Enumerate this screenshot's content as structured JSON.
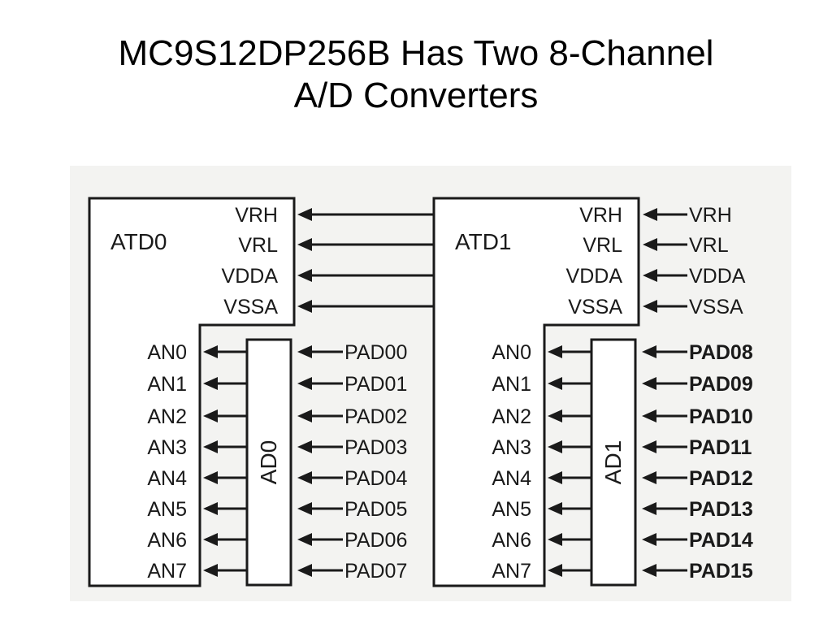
{
  "title": {
    "line1": "MC9S12DP256B Has Two 8-Channel",
    "line2": "A/D Converters"
  },
  "diagram": {
    "atd0": {
      "name": "ATD0",
      "ref_pins": [
        "VRH",
        "VRL",
        "VDDA",
        "VSSA"
      ],
      "mux": "AD0",
      "channels": [
        "AN0",
        "AN1",
        "AN2",
        "AN3",
        "AN4",
        "AN5",
        "AN6",
        "AN7"
      ],
      "pads": [
        "PAD00",
        "PAD01",
        "PAD02",
        "PAD03",
        "PAD04",
        "PAD05",
        "PAD06",
        "PAD07"
      ]
    },
    "atd1": {
      "name": "ATD1",
      "ref_pins": [
        "VRH",
        "VRL",
        "VDDA",
        "VSSA"
      ],
      "mux": "AD1",
      "channels": [
        "AN0",
        "AN1",
        "AN2",
        "AN3",
        "AN4",
        "AN5",
        "AN6",
        "AN7"
      ],
      "pads": [
        "PAD08",
        "PAD09",
        "PAD10",
        "PAD11",
        "PAD12",
        "PAD13",
        "PAD14",
        "PAD15"
      ]
    },
    "external_ref_inputs": [
      "VRH",
      "VRL",
      "VDDA",
      "VSSA"
    ]
  }
}
